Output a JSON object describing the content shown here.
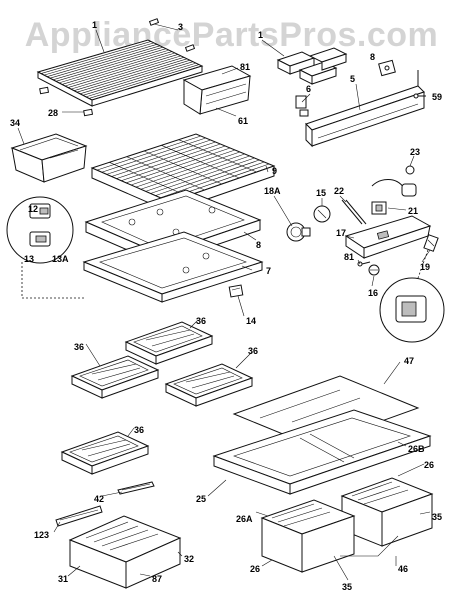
{
  "watermark": "AppliancePartsPros.com",
  "labels": {
    "l1a": "1",
    "l3": "3",
    "l1b": "1",
    "l8": "8",
    "l81": "81",
    "l61": "61",
    "l5": "5",
    "l59": "59",
    "l28": "28",
    "l34": "34",
    "l6": "6",
    "l9": "9",
    "l23": "23",
    "l12": "12",
    "l18A": "18A",
    "l15": "15",
    "l22": "22",
    "l21": "21",
    "l8b": "8",
    "l17": "17",
    "l13": "13",
    "l13A": "13A",
    "l7": "7",
    "l81b": "81",
    "l19": "19",
    "l16": "16",
    "l14": "14",
    "l36a": "36",
    "l36b": "36",
    "l36c": "36",
    "l47": "47",
    "l36d": "36",
    "l26B": "26B",
    "l26a": "26",
    "l42": "42",
    "l25": "25",
    "l26A": "26A",
    "l35a": "35",
    "l123": "123",
    "l32": "32",
    "l26b": "26",
    "l31": "31",
    "l87": "87",
    "l35b": "35",
    "l46": "46"
  },
  "colors": {
    "line": "#111111",
    "watermark": "#d4d4d4",
    "part_shade": "#bdbdbd"
  }
}
